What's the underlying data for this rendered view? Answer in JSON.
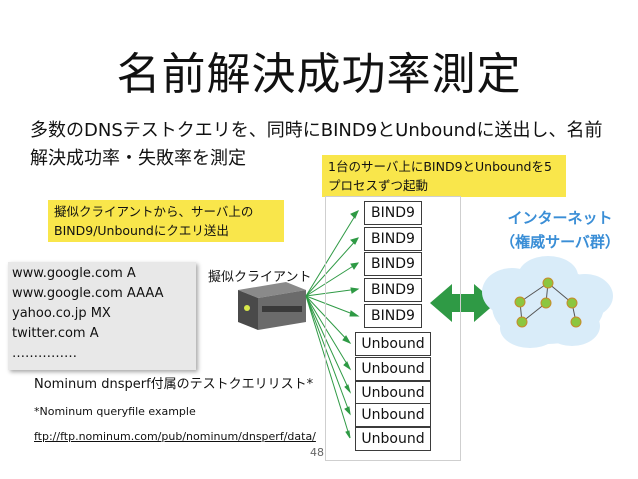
{
  "title": "名前解決成功率測定",
  "subtitle": "多数のDNSテストクエリを、同時にBIND9とUnboundに送出し、名前解決成功率・失敗率を測定",
  "note_left": "擬似クライアントから、サーバ上のBIND9/Unboundにクエリ送出",
  "note_right": "1台のサーバ上にBIND9とUnboundを5プロセスずつ起動",
  "query_list": [
    "www.google.com A",
    "www.google.com AAAA",
    "yahoo.co.jp MX",
    "twitter.com A",
    "……………"
  ],
  "client_label": "擬似クライアント",
  "list_caption": "Nominum dnsperf付属のテストクエリリスト*",
  "footnote": "*Nominum queryfile example",
  "footnote_url": "ftp://ftp.nominum.com/pub/nominum/dnsperf/data/",
  "page_number": "48",
  "servers": [
    "BIND9",
    "BIND9",
    "BIND9",
    "BIND9",
    "BIND9",
    "Unbound",
    "Unbound",
    "Unbound",
    "Unbound",
    "Unbound"
  ],
  "internet_label": [
    "インターネット",
    "（権威サーバ群）"
  ],
  "colors": {
    "note_bg": "#f9e64b",
    "arrow": "#2f9a45",
    "internet": "#3a8ed6",
    "cloud": "#d9ecf9"
  }
}
